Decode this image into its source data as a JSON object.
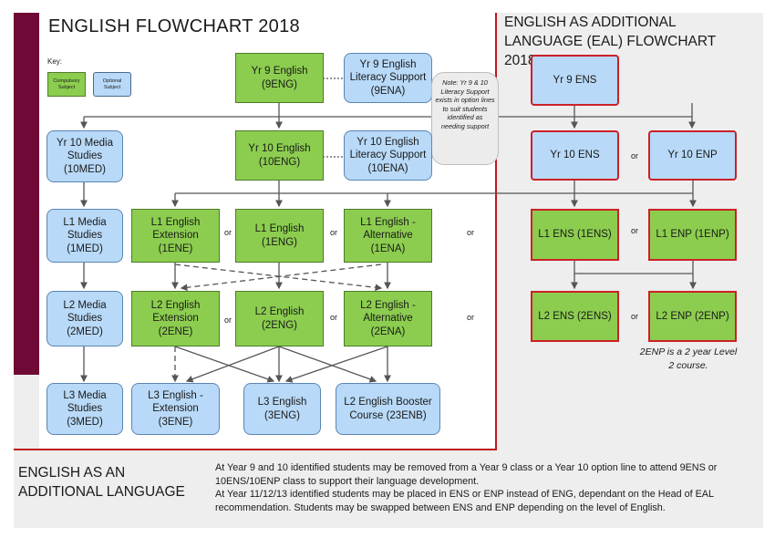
{
  "title": "ENGLISH FLOWCHART 2018",
  "eal_title": "ENGLISH AS ADDITIONAL LANGUAGE (EAL) FLOWCHART 2018",
  "key": {
    "label": "Key:",
    "compulsory": "Compulsory Subject",
    "optional": "Optional Subject"
  },
  "nodes": {
    "yr9eng": "Yr 9 English (9ENG)",
    "yr9ena": "Yr 9 English Literacy Support (9ENA)",
    "yr10med": "Yr 10 Media Studies (10MED)",
    "yr10eng": "Yr 10 English (10ENG)",
    "yr10ena": "Yr 10 English Literacy Support (10ENA)",
    "l1med": "L1 Media Studies (1MED)",
    "l1ene": "L1 English Extension (1ENE)",
    "l1eng": "L1 English (1ENG)",
    "l1ena": "L1 English - Alternative (1ENA)",
    "l2med": "L2 Media Studies (2MED)",
    "l2ene": "L2 English Extension (2ENE)",
    "l2eng": "L2 English (2ENG)",
    "l2ena": "L2 English - Alternative (2ENA)",
    "l3med": "L3 Media Studies (3MED)",
    "l3ene": "L3 English - Extension (3ENE)",
    "l3eng": "L3 English (3ENG)",
    "l3enb": "L2 English Booster Course (23ENB)",
    "yr9ens": "Yr 9 ENS",
    "yr10ens": "Yr 10 ENS",
    "yr10enp": "Yr 10 ENP",
    "l1ens": "L1 ENS (1ENS)",
    "l1enp": "L1 ENP (1ENP)",
    "l2ens": "L2 ENS (2ENS)",
    "l2enp": "L2 ENP (2ENP)"
  },
  "or_label": "or",
  "note": "Note: Yr 9 & 10 Literacy Support exists in option lines to suit students identified as needing support",
  "enp_note": "2ENP is a 2 year Level 2 course.",
  "bottom": {
    "title": "ENGLISH AS AN ADDITIONAL LANGUAGE",
    "para1": "At Year 9 and 10 identified students may be removed from a Year 9 class or a Year 10 option line to attend 9ENS or 10ENS/10ENP class to support their language development.",
    "para2": "At Year 11/12/13 identified students may be placed in ENS or ENP instead of ENG, dependant on the Head of EAL recommendation. Students may be swapped between ENS and ENP depending on the level of English."
  },
  "colors": {
    "compulsory": "#8ccd4f",
    "optional": "#b8d9f7",
    "eal_border": "#cc2027",
    "sidebar": "#6e0a35"
  }
}
